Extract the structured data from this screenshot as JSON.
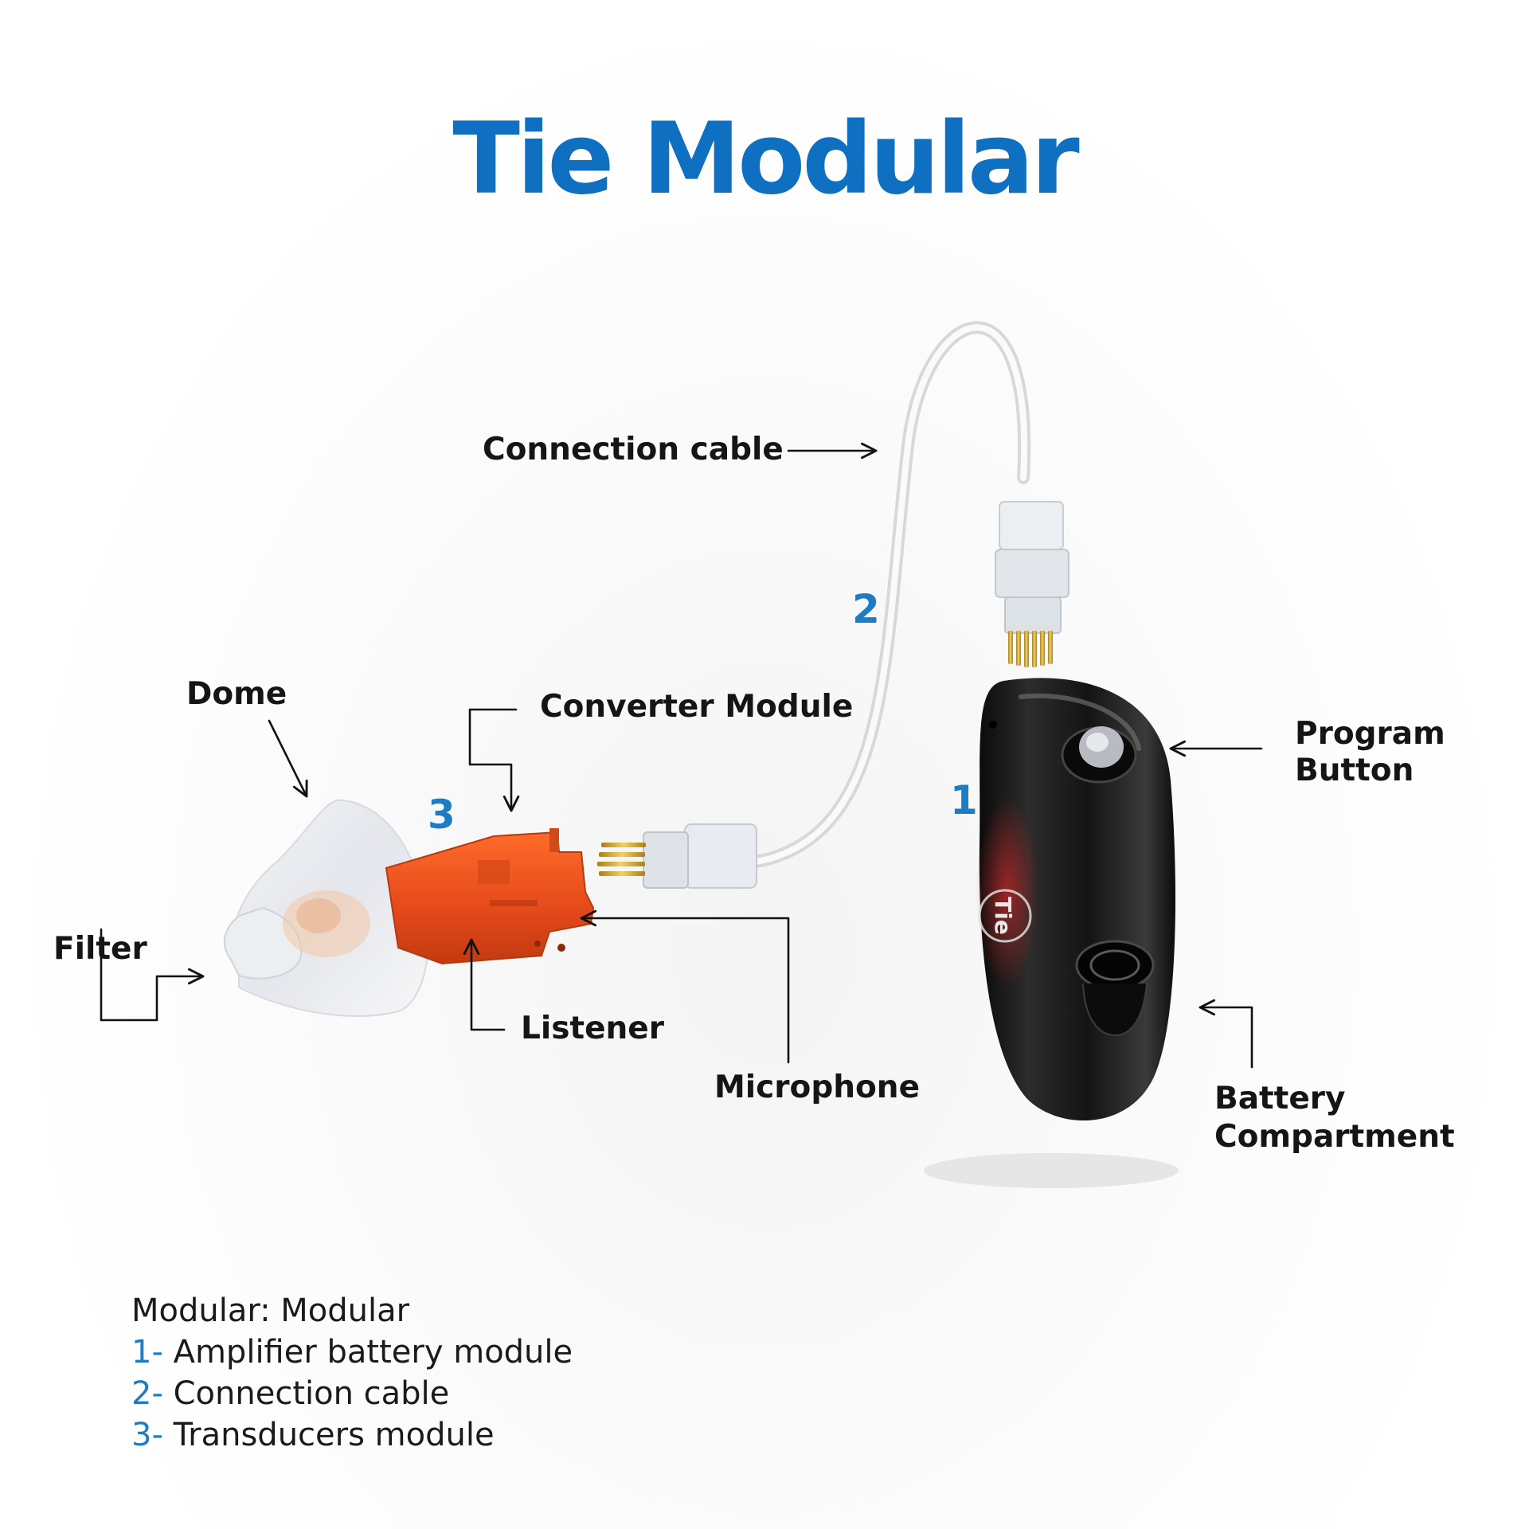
{
  "title": "Tie Modular",
  "callouts": {
    "connection_cable": "Connection cable",
    "dome": "Dome",
    "converter_module": "Converter Module",
    "program_button_line1": "Program",
    "program_button_line2": "Button",
    "filter": "Filter",
    "listener": "Listener",
    "microphone": "Microphone",
    "battery_compartment_line1": "Battery",
    "battery_compartment_line2": "Compartment"
  },
  "module_numbers": {
    "amplifier": "1",
    "cable": "2",
    "transducers": "3"
  },
  "device_logo": "Tie",
  "legend": {
    "heading": "Modular: Modular",
    "items": [
      {
        "num": "1-",
        "text": " Amplifier battery module"
      },
      {
        "num": "2-",
        "text": " Connection cable"
      },
      {
        "num": "3-",
        "text": " Transducers module"
      }
    ]
  },
  "colors": {
    "title": "#0f6fc0",
    "numbers": "#1d7cc4",
    "transducer_module": "#e8521c",
    "amplifier_body": "#161616"
  }
}
